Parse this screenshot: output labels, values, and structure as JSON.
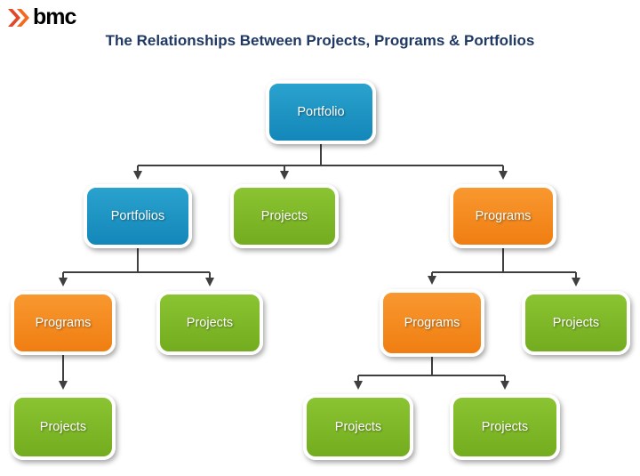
{
  "brand": {
    "name": "bmc",
    "logo_icon": "bmc-chevron-icon",
    "logo_colors": {
      "primary": "#e0482a",
      "secondary": "#f26a21"
    }
  },
  "title": "The Relationships Between Projects, Programs & Portfolios",
  "colors": {
    "portfolio_blue": "#1992c2",
    "projects_green": "#7cb928",
    "programs_orange": "#f68b1e",
    "connector_line": "#3f3f3f",
    "title_text": "#1f3864",
    "background": "#ffffff"
  },
  "diagram": {
    "type": "hierarchy-tree",
    "levels": 4
  },
  "nodes": [
    {
      "id": "portfolio-root",
      "label": "Portfolio",
      "type": "portfolio",
      "level": 1
    },
    {
      "id": "portfolios-l2",
      "label": "Portfolios",
      "type": "portfolio",
      "level": 2
    },
    {
      "id": "projects-l2",
      "label": "Projects",
      "type": "project",
      "level": 2
    },
    {
      "id": "programs-l2",
      "label": "Programs",
      "type": "program",
      "level": 2
    },
    {
      "id": "programs-l3-left",
      "label": "Programs",
      "type": "program",
      "level": 3
    },
    {
      "id": "projects-l3-left",
      "label": "Projects",
      "type": "project",
      "level": 3
    },
    {
      "id": "programs-l3-mid",
      "label": "Programs",
      "type": "program",
      "level": 3
    },
    {
      "id": "projects-l3-right",
      "label": "Projects",
      "type": "project",
      "level": 3
    },
    {
      "id": "projects-l4-left",
      "label": "Projects",
      "type": "project",
      "level": 4
    },
    {
      "id": "projects-l4-mid",
      "label": "Projects",
      "type": "project",
      "level": 4
    },
    {
      "id": "projects-l4-right",
      "label": "Projects",
      "type": "project",
      "level": 4
    }
  ]
}
